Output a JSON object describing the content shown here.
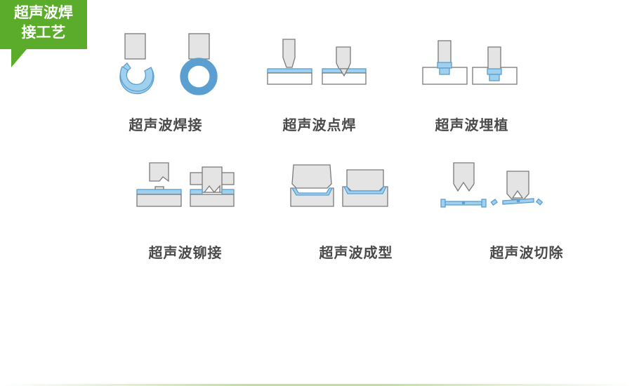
{
  "badge": {
    "line1": "超声波焊",
    "line2": "接工艺",
    "color": "#5aac2a"
  },
  "colors": {
    "part_gray": "#e4e4e4",
    "part_stroke": "#7a7a7a",
    "weld_blue": "#9fd0ee",
    "weld_stroke": "#5b9fd0",
    "caption_text": "#4a4a4a"
  },
  "processes": [
    {
      "name": "超声波焊接",
      "icon": "ultrasonic-welding-icon"
    },
    {
      "name": "超声波点焊",
      "icon": "ultrasonic-spot-welding-icon"
    },
    {
      "name": "超声波埋植",
      "icon": "ultrasonic-inserting-icon"
    },
    {
      "name": "超声波铆接",
      "icon": "ultrasonic-riveting-icon"
    },
    {
      "name": "超声波成型",
      "icon": "ultrasonic-forming-icon"
    },
    {
      "name": "超声波切除",
      "icon": "ultrasonic-cutting-icon"
    }
  ]
}
